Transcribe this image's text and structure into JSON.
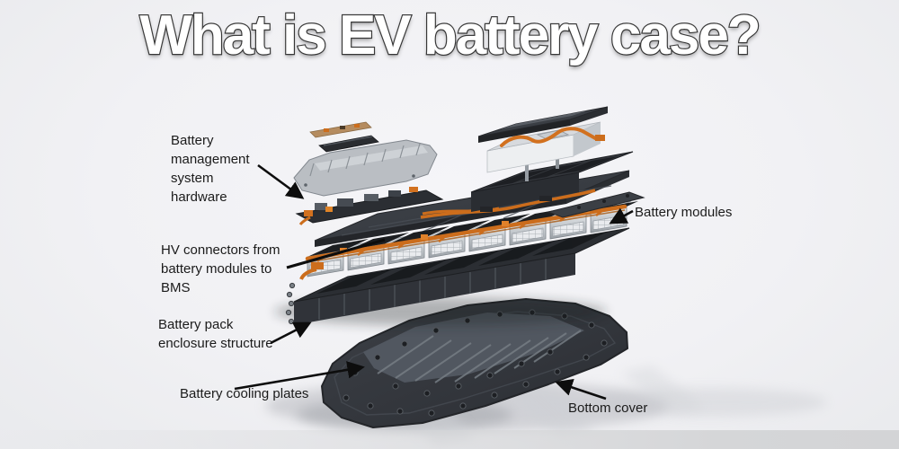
{
  "title": "What is EV battery case?",
  "labels": {
    "bms": "Battery\nmanagement\nsystem\nhardware",
    "battery_modules": "Battery modules",
    "hv_connectors": "HV connectors from\nbattery modules to\nBMS",
    "enclosure": "Battery pack\nenclosure structure",
    "cooling_plates": "Battery cooling plates",
    "bottom_cover": "Bottom cover"
  },
  "colors": {
    "background": "#f1f1f4",
    "floor_strip": "#d5d6d8",
    "title_fill": "#ffffff",
    "title_outline": "#3d3d3d",
    "label_text": "#1b1b1b",
    "arrow": "#0d0d0d",
    "charcoal_dark": "#26282c",
    "charcoal_mid": "#34373d",
    "silver": "#c6cace",
    "silver_bright": "#e9ebed",
    "hv_orange": "#cc6d1c"
  },
  "diagram": {
    "type": "exploded-view-illustration",
    "subject": "EV battery pack",
    "parts": [
      "BMS PCB strip",
      "BMS small module",
      "BMS ribbed cover",
      "Battery management system hardware",
      "Top cover",
      "Module with HV wiring",
      "Module tray",
      "Top cover plate",
      "Battery modules",
      "HV wiring harness",
      "Battery pack enclosure structure",
      "Battery cooling plates",
      "Bottom cover"
    ]
  }
}
